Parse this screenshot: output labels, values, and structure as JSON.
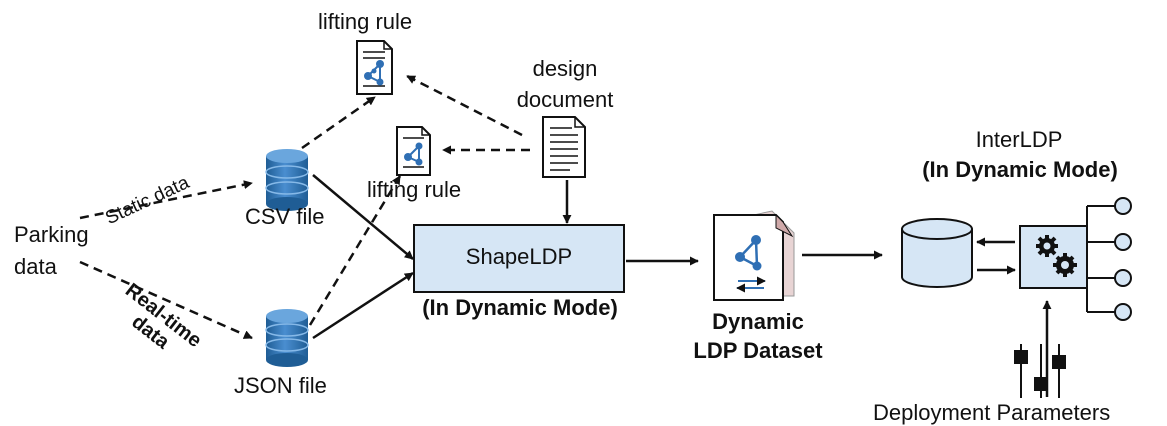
{
  "labels": {
    "parking_line1": "Parking",
    "parking_line2": "data",
    "static_data": "Static data",
    "realtime_line1": "Real-time",
    "realtime_line2": "data",
    "csv_file": "CSV file",
    "json_file": "JSON file",
    "lifting_rule_top": "lifting rule",
    "lifting_rule_mid": "lifting rule",
    "design_line1": "design",
    "design_line2": "document",
    "shapeldp": "ShapeLDP",
    "shapeldp_mode": "(In Dynamic Mode)",
    "dynamic_line1": "Dynamic",
    "dynamic_line2": "LDP Dataset",
    "interldp": "InterLDP",
    "interldp_mode": "(In Dynamic Mode)",
    "deployment": "Deployment Parameters"
  },
  "icons": {
    "database": "database-icon",
    "document": "document-icon",
    "rule_document": "rule-document-icon",
    "dataset": "dataset-icon",
    "gears": "gears-icon",
    "sliders": "sliders-icon"
  },
  "colors": {
    "box_fill": "#d6e6f5",
    "db_blue": "#3d7fc0",
    "db_dark": "#1f5d95",
    "node_fill": "#d6e6f5",
    "node_blue": "#2f6fb4",
    "stroke": "#111111"
  }
}
